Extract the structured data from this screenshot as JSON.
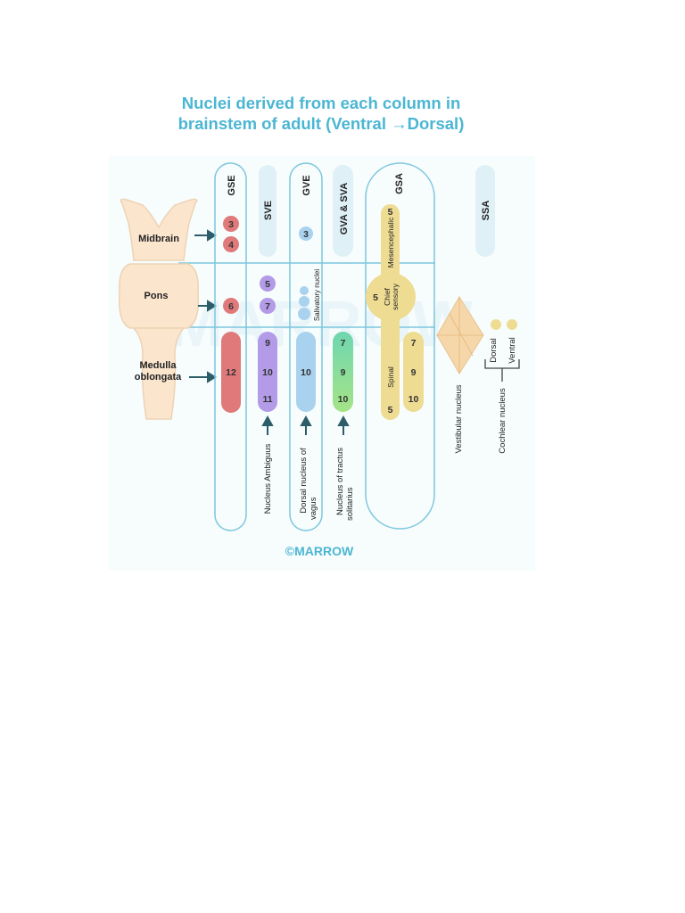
{
  "title": {
    "line1": "Nuclei derived from each column in",
    "line2": "brainstem of adult (Ventral →Dorsal)"
  },
  "regions": {
    "midbrain": "Midbrain",
    "pons": "Pons",
    "medulla_line1": "Medulla",
    "medulla_line2": "oblongata"
  },
  "columns": {
    "gse": "GSE",
    "sve": "SVE",
    "gve": "GVE",
    "gva_sva": "GVA & SVA",
    "gsa": "GSA",
    "ssa": "SSA"
  },
  "nuclei": {
    "gse": [
      "3",
      "4",
      "6",
      "12"
    ],
    "sve": [
      "5",
      "7",
      "9",
      "10",
      "11"
    ],
    "gve": [
      "3",
      "10"
    ],
    "gva_sva": [
      "7",
      "9",
      "10"
    ],
    "gsa_left": [
      "5",
      "5",
      "5"
    ],
    "gsa_right": [
      "7",
      "9",
      "10"
    ]
  },
  "labels": {
    "salivatory": "Salivatory nuclei",
    "mesencephalic": "Mesencephalic",
    "chief_line1": "Chief",
    "chief_line2": "sensory",
    "spinal": "Spinal",
    "vestibular": "Vestibular nucleus",
    "cochlear": "Cochlear nucleus",
    "dorsal": "Dorsal",
    "ventral": "Ventral",
    "nucleus_ambiguus": "Nucleus Ambiguus",
    "dorsal_vagus_line1": "Dorsal nucleus of",
    "dorsal_vagus_line2": "vagus",
    "tractus_line1": "Nucleus of tractus",
    "tractus_line2": "solitarius"
  },
  "watermark": "MARROW",
  "footer": "©MARROW",
  "colors": {
    "title": "#4bb6d3",
    "outline": "#7cc7dd",
    "gse": "#e07a7a",
    "sve": "#b39be8",
    "gve": "#a9d2ee",
    "tractus_top": "#6fd6b0",
    "tractus_bottom": "#9be08a",
    "gsa": "#efdc93",
    "vestibular": "#f6d7aa",
    "brainstem": "#fbe5cd"
  }
}
